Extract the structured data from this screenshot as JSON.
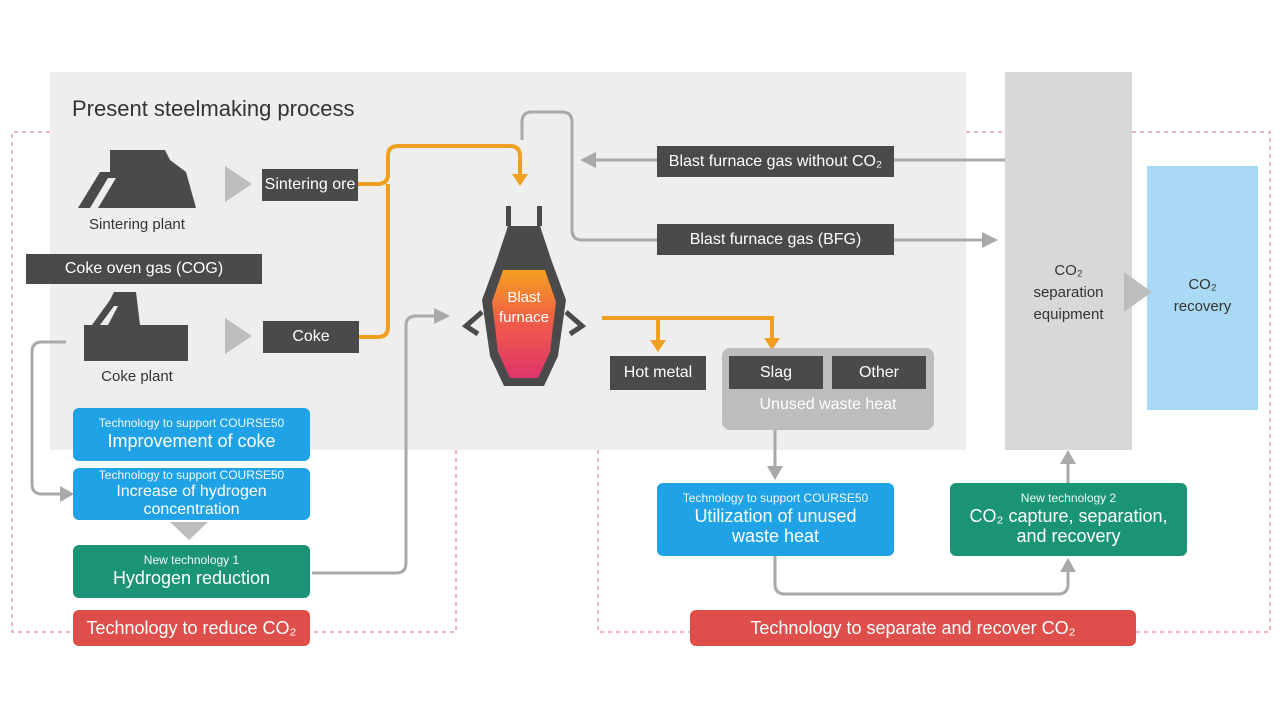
{
  "process_title": "Present steelmaking process",
  "sintering": {
    "label": "Sintering plant",
    "product": "Sintering ore"
  },
  "coke": {
    "gas_label": "Coke oven gas (COG)",
    "label": "Coke plant",
    "product": "Coke"
  },
  "furnace": {
    "line1": "Blast",
    "line2": "furnace"
  },
  "outputs": {
    "hot_metal": "Hot metal",
    "slag": "Slag",
    "other": "Other",
    "waste_heat": "Unused waste heat"
  },
  "gas": {
    "without_co2": "Blast furnace gas without CO₂",
    "bfg": "Blast furnace gas (BFG)"
  },
  "separation": {
    "line1": "CO₂",
    "line2": "separation",
    "line3": "equipment"
  },
  "recovery": {
    "line1": "CO₂",
    "line2": "recovery"
  },
  "tech_coke": {
    "sub": "Technology to support COURSE50",
    "main": "Improvement of coke"
  },
  "tech_hydrogen": {
    "sub": "Technology to support COURSE50",
    "main": "Increase of hydrogen concentration"
  },
  "tech_new1": {
    "sub": "New technology 1",
    "main": "Hydrogen reduction"
  },
  "tech_reduce": {
    "label": "Technology to reduce CO₂"
  },
  "tech_heat": {
    "sub": "Technology to support COURSE50",
    "line1": "Utilization of unused",
    "line2": "waste heat"
  },
  "tech_new2": {
    "sub": "New technology 2",
    "line1": "CO₂ capture, separation,",
    "line2": "and recovery"
  },
  "tech_separate": {
    "label": "Technology to separate and recover CO₂"
  },
  "colors": {
    "orange": "#f0a020",
    "gray_arrow": "#a9a9a9",
    "panel": "#eeeeee",
    "dark": "#4a4a4a",
    "blue": "#1fa3e6",
    "green": "#1a9475",
    "red": "#de4f4b",
    "light_blue": "#a9d9f4"
  }
}
